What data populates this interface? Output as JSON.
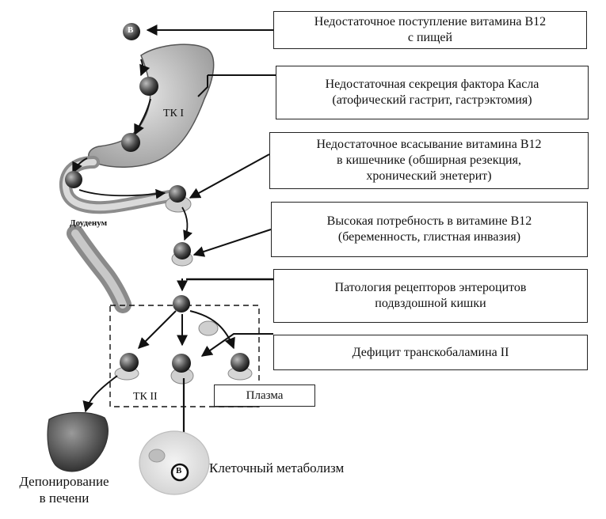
{
  "causes": [
    "Недостаточное поступление витамина В12\nс пищей",
    "Недостаточная секреция фактора Касла\n(атофический гастрит, гастрэктомия)",
    "Недостаточное всасывание витамина В12\nв кишечнике (обширная резекция,\nхронический энетерит)",
    "Высокая потребность в витамине В12\n(беременность, глистная инвазия)",
    "Патология рецепторов энтероцитов\nподвздошной кишки",
    "Дефицит транскобаламина II"
  ],
  "labels": {
    "b12_symbol": "B",
    "tk1": "ТК I",
    "duodenum": "Доуденум",
    "tk2": "ТК II",
    "plasma": "Плазма",
    "cell_metabolism": "Клеточный метаболизм",
    "liver_storage": "Депонирование\nв печени"
  }
}
